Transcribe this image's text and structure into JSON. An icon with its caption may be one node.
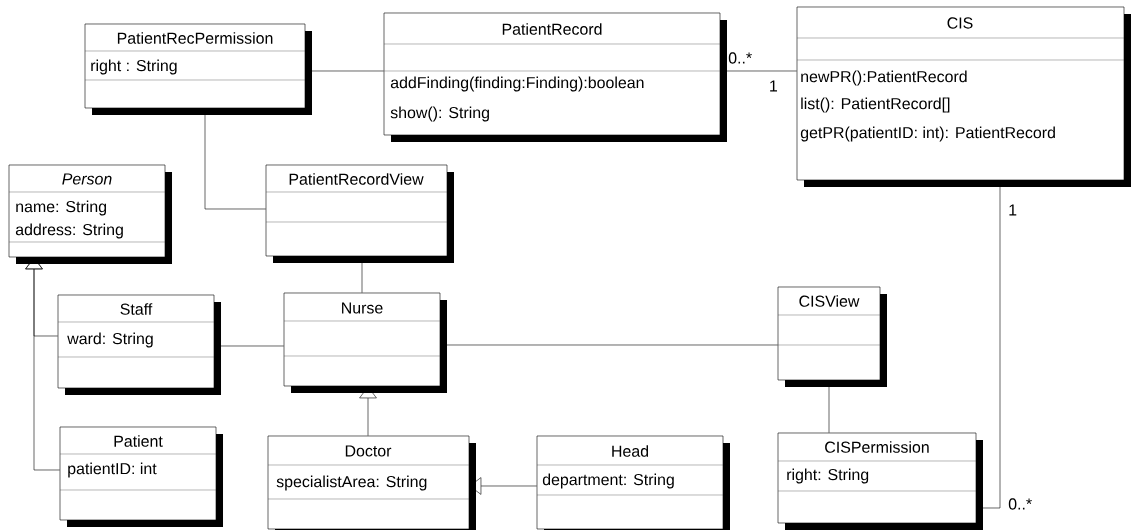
{
  "diagram": {
    "nodes": [
      {
        "text": [
          "PatientRecPermission",
          "right : String"
        ]
      },
      {
        "text": [
          "PatientRecord",
          "addFinding(finding:Finding):boolean",
          "show(): String"
        ]
      },
      {
        "text": [
          "CIS",
          "newPR():PatientRecord",
          "list(): PatientRecord[]",
          "getPR(patientID: int): PatientRecord"
        ]
      },
      {
        "text": [
          "Person",
          "name: String",
          "address: String"
        ]
      },
      {
        "text": [
          "PatientRecordView"
        ]
      },
      {
        "text": [
          "Staff",
          "ward: String"
        ]
      },
      {
        "text": [
          "Nurse"
        ]
      },
      {
        "text": [
          "CISView"
        ]
      },
      {
        "text": [
          "Patient",
          "patientID: int"
        ]
      },
      {
        "text": [
          "Doctor",
          "specialistArea: String"
        ]
      },
      {
        "text": [
          "Head",
          "department: String"
        ]
      },
      {
        "text": [
          "CISPermission",
          "right: String"
        ]
      }
    ],
    "edges": [
      {
        "from": 0,
        "to": 1,
        "arrow": "none"
      },
      {
        "from": 1,
        "to": 2,
        "arrow": "none"
      },
      {
        "from": 0,
        "to": 4,
        "arrow": "none"
      },
      {
        "from": 4,
        "to": 6,
        "arrow": "none"
      },
      {
        "from": 5,
        "to": 6,
        "arrow": "none"
      },
      {
        "from": 6,
        "to": 7,
        "arrow": "none"
      },
      {
        "from": 7,
        "to": 11,
        "arrow": "none"
      },
      {
        "from": 2,
        "to": 11,
        "arrow": "none"
      },
      {
        "from": 5,
        "to": 3,
        "arrow": "to"
      },
      {
        "from": 8,
        "to": 3,
        "arrow": "to"
      },
      {
        "from": 9,
        "to": 6,
        "arrow": "to"
      },
      {
        "from": 10,
        "to": 9,
        "arrow": "to"
      }
    ],
    "labels": [
      "0..*",
      "1",
      "1",
      "0..*"
    ]
  }
}
